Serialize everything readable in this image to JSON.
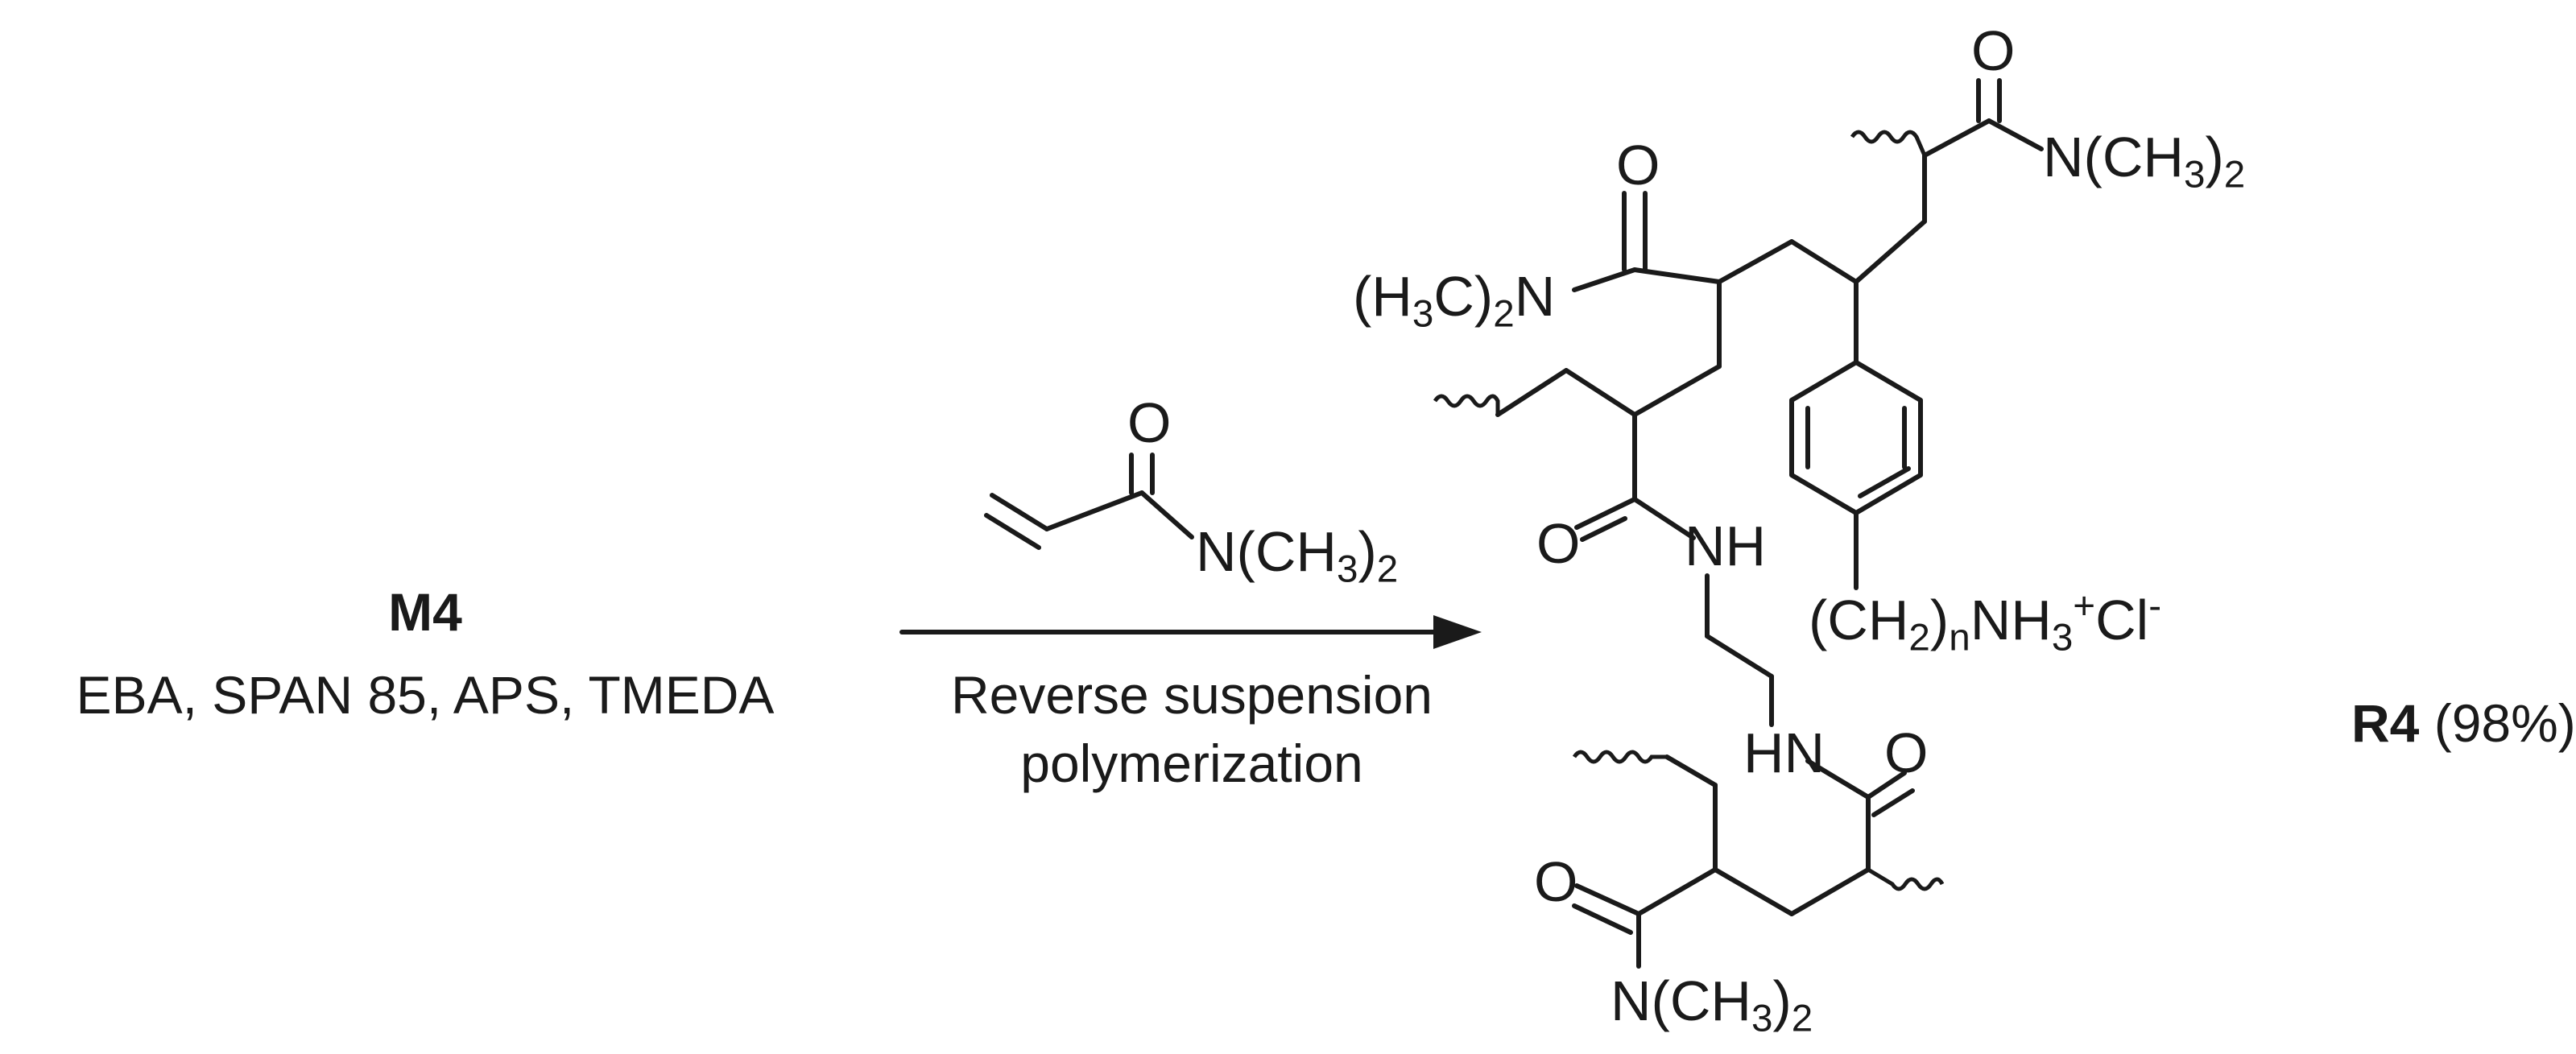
{
  "reactant": {
    "name": "M4",
    "reagents": "EBA, SPAN 85, APS, TMEDA"
  },
  "arrow": {
    "monomer": {
      "oxygen": "O",
      "amine_prefix": "N(CH",
      "amine_sub": "3",
      "amine_close": ")",
      "amine_sub2": "2"
    },
    "condition_line1": "Reverse suspension",
    "condition_line2": "polymerization"
  },
  "product": {
    "name": "R4",
    "yield": "(98%)",
    "atoms": {
      "o_top_right": "O",
      "o_upper_left": "O",
      "o_mid_left": "O",
      "o_lower_right": "O",
      "o_bottom_left": "O",
      "nh_upper": "NH",
      "hn_lower": "HN",
      "nme2_top_right": {
        "prefix": "N(CH",
        "sub": "3",
        "close": ")",
        "sub2": "2"
      },
      "nme2_left": {
        "open": "(H",
        "sub": "3",
        "mid": "C)",
        "sub2": "2",
        "suffix": "N"
      },
      "nme2_bottom": {
        "prefix": "N(CH",
        "sub": "3",
        "close": ")",
        "sub2": "2"
      },
      "ammonium": {
        "open": "(CH",
        "sub": "2",
        "close": ")",
        "n": "n",
        "nh": "NH",
        "h_sub": "3",
        "plus": "+",
        "cl": "Cl",
        "minus": "-"
      }
    }
  }
}
